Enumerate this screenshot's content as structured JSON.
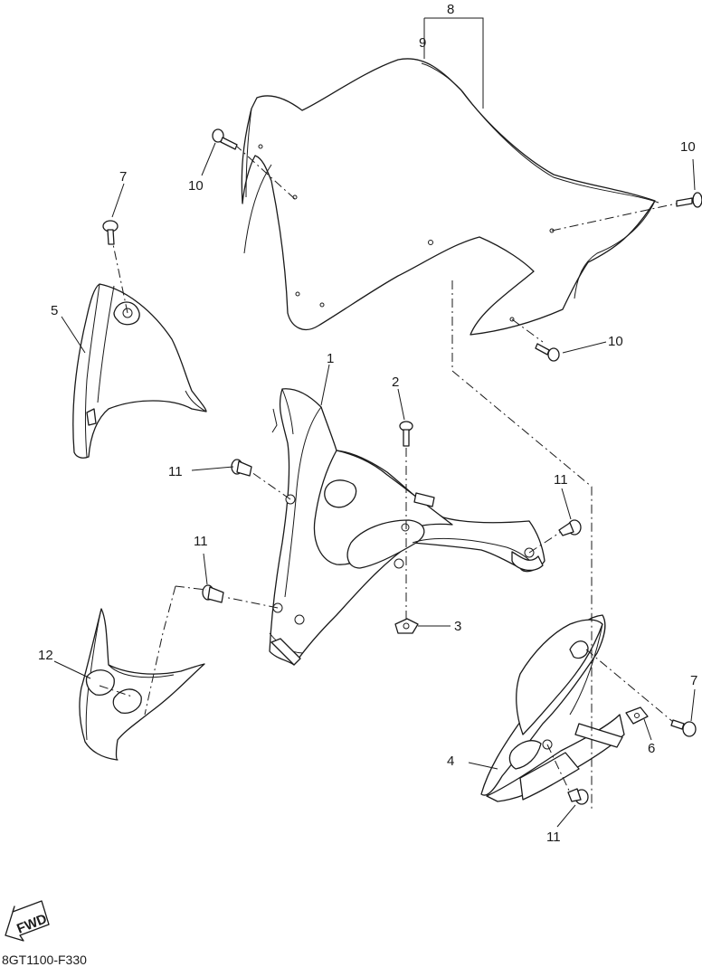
{
  "diagram": {
    "drawing_code": "8GT1100-F330",
    "fwd_label": "FWD",
    "callouts": {
      "c1": "1",
      "c2": "2",
      "c3": "3",
      "c4": "4",
      "c5": "5",
      "c6": "6",
      "c7a": "7",
      "c7b": "7",
      "c8": "8",
      "c9": "9",
      "c10a": "10",
      "c10b": "10",
      "c10c": "10",
      "c11a": "11",
      "c11b": "11",
      "c11c": "11",
      "c11d": "11",
      "c12": "12"
    }
  }
}
